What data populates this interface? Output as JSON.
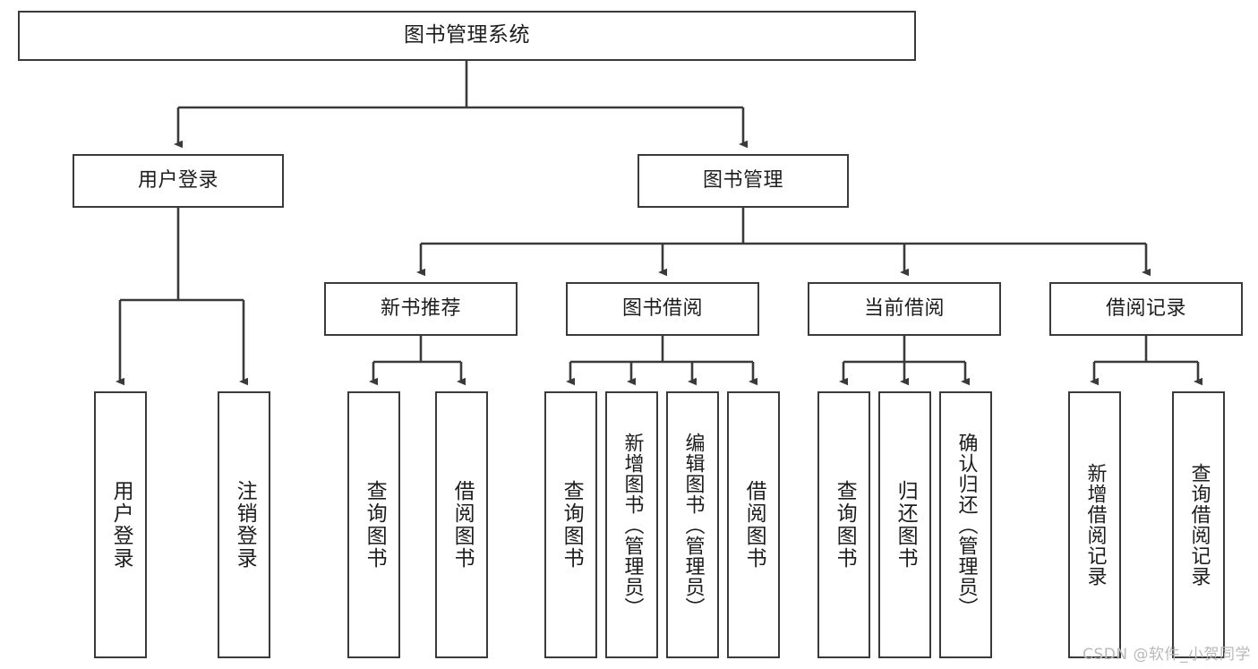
{
  "diagram": {
    "title": "图书管理系统",
    "watermark": "CSDN @软件_小贺同学",
    "root": {
      "label": "图书管理系统"
    },
    "level2": [
      {
        "label": "用户登录"
      },
      {
        "label": "图书管理"
      }
    ],
    "level3": [
      {
        "label": "新书推荐"
      },
      {
        "label": "图书借阅"
      },
      {
        "label": "当前借阅"
      },
      {
        "label": "借阅记录"
      }
    ],
    "leaves": {
      "user_login": [
        {
          "label": "用户登录"
        },
        {
          "label": "注销登录"
        }
      ],
      "new_book": [
        {
          "label": "查询图书"
        },
        {
          "label": "借阅图书"
        }
      ],
      "book_borrow": [
        {
          "label": "查询图书"
        },
        {
          "label": "新增图书（管理员）"
        },
        {
          "label": "编辑图书（管理员）"
        },
        {
          "label": "借阅图书"
        }
      ],
      "current_borrow": [
        {
          "label": "查询图书"
        },
        {
          "label": "归还图书"
        },
        {
          "label": "确认归还（管理员）"
        }
      ],
      "borrow_record": [
        {
          "label": "新增借阅记录"
        },
        {
          "label": "查询借阅记录"
        }
      ]
    }
  },
  "colors": {
    "stroke": "#3a3a3a",
    "text": "#1d1d1d",
    "background": "#ffffff",
    "watermark": "#b9b9b9"
  }
}
